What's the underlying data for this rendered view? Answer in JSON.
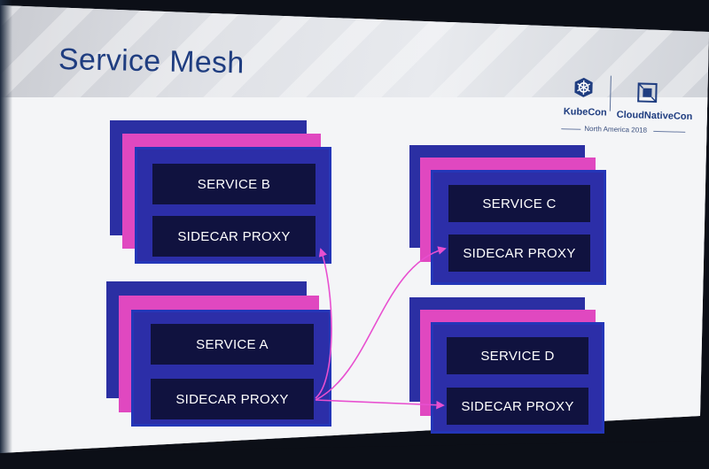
{
  "slide": {
    "title": "Service Mesh",
    "logos": {
      "kubecon": "KubeCon",
      "cncf": "CloudNativeCon",
      "event": "North America 2018"
    }
  },
  "diagram": {
    "groups": [
      {
        "id": "b",
        "service_label": "SERVICE B",
        "proxy_label": "SIDECAR PROXY"
      },
      {
        "id": "c",
        "service_label": "SERVICE C",
        "proxy_label": "SIDECAR PROXY"
      },
      {
        "id": "a",
        "service_label": "SERVICE A",
        "proxy_label": "SIDECAR PROXY"
      },
      {
        "id": "d",
        "service_label": "SERVICE D",
        "proxy_label": "SIDECAR PROXY"
      }
    ],
    "connections": [
      {
        "from": "proxy-a",
        "to": "proxy-b"
      },
      {
        "from": "proxy-a",
        "to": "proxy-c"
      },
      {
        "from": "proxy-a",
        "to": "proxy-d"
      }
    ]
  },
  "colors": {
    "title": "#1f3d80",
    "box_border": "#2b2fa3",
    "box_accent": "#e048c0",
    "label_bg": "#10123f",
    "arrow": "#e84fd0"
  }
}
